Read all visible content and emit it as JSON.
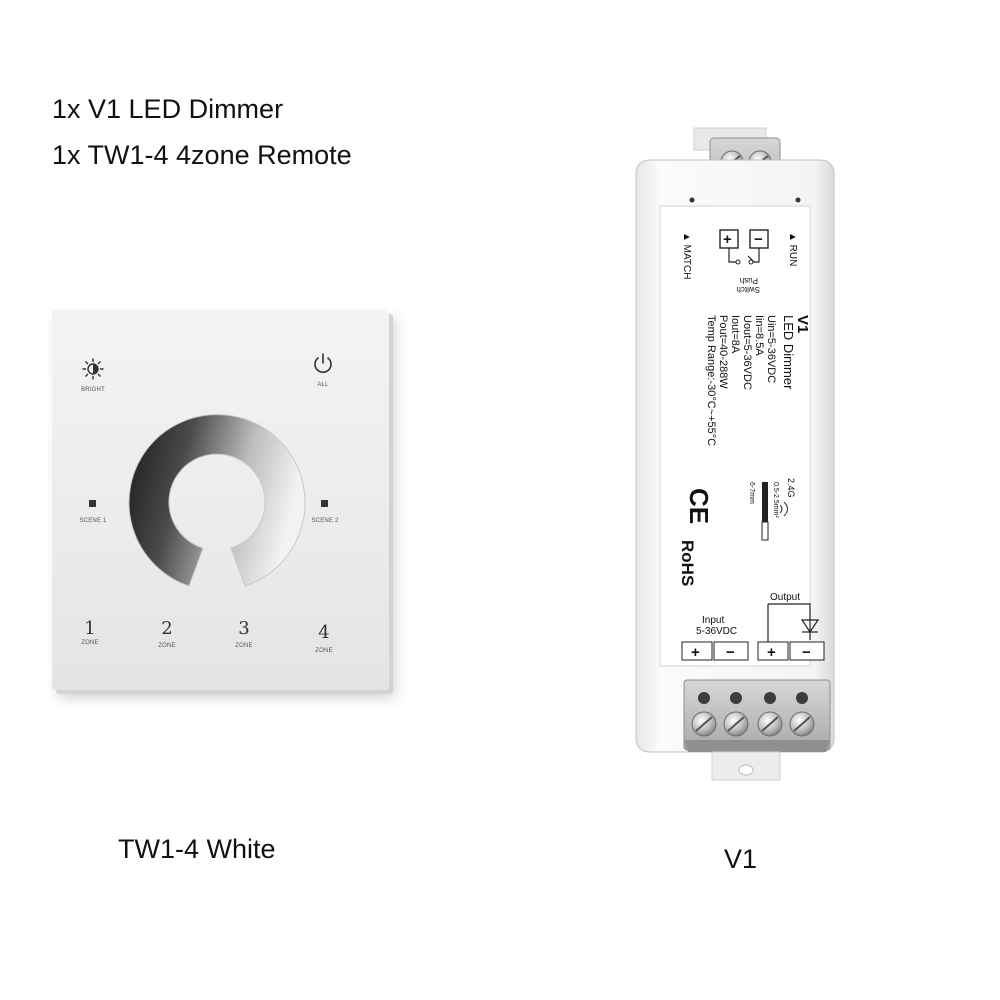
{
  "headline": {
    "line1": "1x V1 LED Dimmer",
    "line2": "1x TW1-4 4zone Remote"
  },
  "remote": {
    "caption": "TW1-4 White",
    "bright_label": "BRIGHT",
    "all_label": "ALL",
    "scene1_label": "SCENE 1",
    "scene2_label": "SCENE 2",
    "zones": [
      {
        "number": "1",
        "label": "ZONE"
      },
      {
        "number": "2",
        "label": "ZONE"
      },
      {
        "number": "3",
        "label": "ZONE"
      },
      {
        "number": "4",
        "label": "ZONE"
      }
    ],
    "icons": [
      "brightness-icon",
      "power-icon"
    ]
  },
  "dimmer": {
    "caption": "V1",
    "model": "V1",
    "product": "LED Dimmer",
    "specs": [
      "Uin=5-36VDC",
      "Iin=8.5A",
      "Uout=5-36VDC",
      "Iout=8A",
      "Pout=40-288W",
      "Temp Range:-30°C~+55°C"
    ],
    "match_label": "▲ MATCH",
    "run_label": "▲ RUN",
    "push_switch_label_1": "Push",
    "push_switch_label_2": "Switch",
    "plus": "+",
    "minus": "−",
    "rf_label": "2.4G",
    "wire_label_1": "0.5-2.5mm²",
    "wire_label_2": "6-7mm",
    "ce_mark": "CE",
    "rohs_mark": "RoHS",
    "input_label": "Input",
    "input_voltage": "5-36VDC",
    "output_label": "Output",
    "terminals": [
      "+",
      "−",
      "+",
      "−"
    ]
  }
}
